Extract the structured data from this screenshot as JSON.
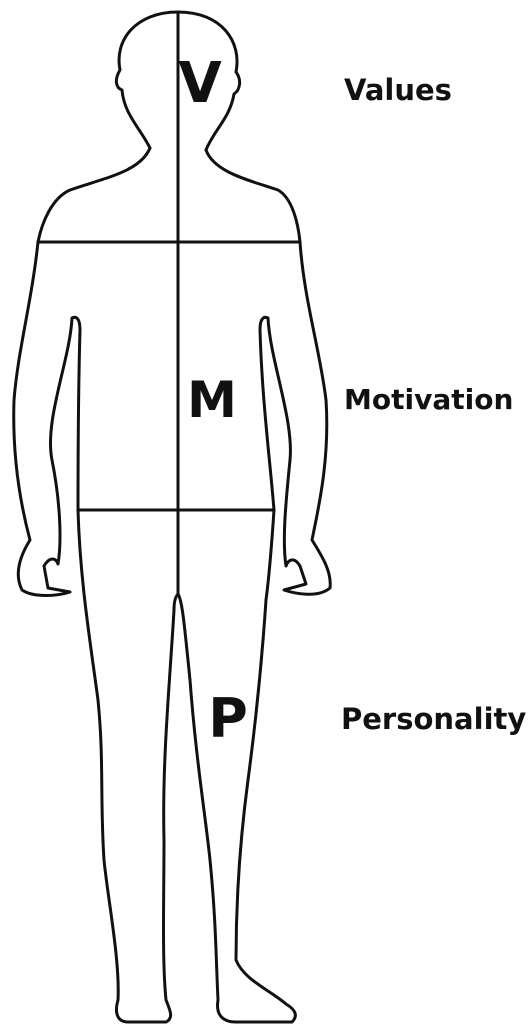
{
  "sections": [
    {
      "letter": "V",
      "label": "Values"
    },
    {
      "letter": "M",
      "label": "Motivation"
    },
    {
      "letter": "P",
      "label": "Personality"
    }
  ],
  "colors": {
    "ink": "#111111",
    "background": "#ffffff"
  }
}
